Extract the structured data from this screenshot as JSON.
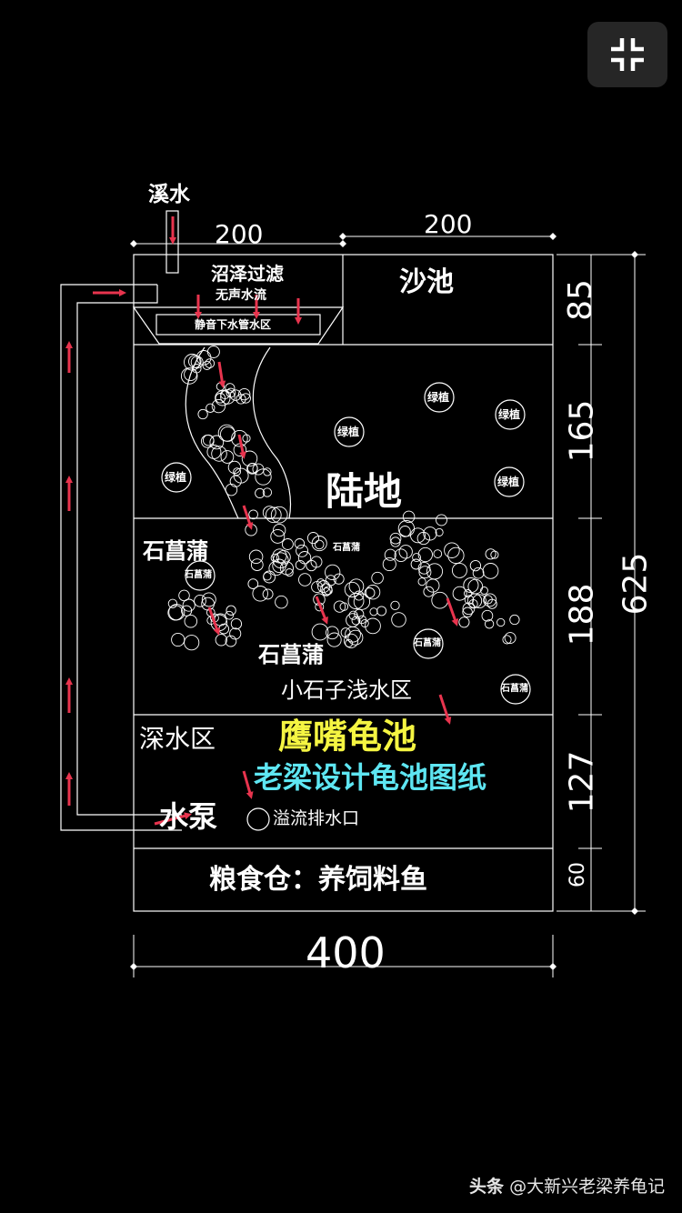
{
  "toolbar": {
    "exit_fullscreen_icon": "exit-fullscreen-icon"
  },
  "colors": {
    "background": "#000000",
    "line": "#ffffff",
    "arrow": "#e8344e",
    "title": "#f5f542",
    "subtitle": "#5ee6f2",
    "button": "#262626"
  },
  "drawing": {
    "title": "鹰嘴龟池",
    "subtitle": "老梁设计龟池图纸",
    "zones": {
      "stream": "溪水",
      "marsh_filter": "沼泽过滤",
      "silent_flow": "无声水流",
      "silent_pipe": "静音下水管水区",
      "sand_pool": "沙池",
      "land": "陆地",
      "shallow": "小石子浅水区",
      "deep": "深水区",
      "pump": "水泵",
      "overflow": "溢流排水口",
      "granary": "粮食仓：养饲料鱼"
    },
    "plants": {
      "green1": "绿植",
      "green2": "绿植",
      "green3": "绿植",
      "green4": "绿植",
      "green5": "绿植",
      "calamus_big1": "石菖蒲",
      "calamus_big2": "石菖蒲",
      "calamus_small1": "石菖蒲",
      "calamus_small2": "石菖蒲",
      "calamus_small3": "石菖蒲",
      "calamus_small4": "石菖蒲"
    },
    "dimensions": {
      "top_left": "200",
      "top_right": "200",
      "bottom": "400",
      "total_right": "625",
      "rows": [
        "85",
        "165",
        "188",
        "127",
        "60"
      ]
    }
  },
  "watermark": {
    "platform": "头条",
    "author": "@大新兴老梁养龟记"
  }
}
